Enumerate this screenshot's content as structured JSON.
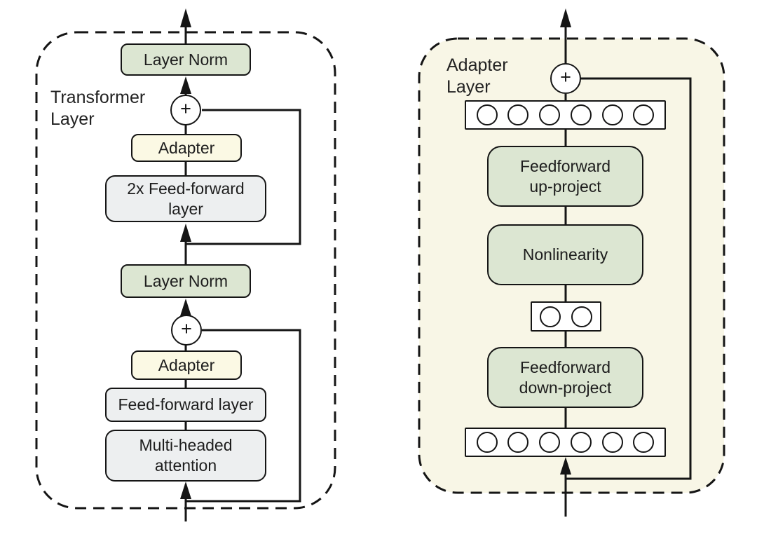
{
  "left_panel": {
    "label": [
      "Transformer",
      "Layer"
    ],
    "plus": "+",
    "layer_norm_top": "Layer Norm",
    "adapter_top": "Adapter",
    "ff_2x": [
      "2x Feed-forward",
      "layer"
    ],
    "layer_norm_mid": "Layer Norm",
    "adapter_bottom": "Adapter",
    "ff_layer": "Feed-forward layer",
    "attention": [
      "Multi-headed",
      "attention"
    ]
  },
  "right_panel": {
    "label": [
      "Adapter",
      "Layer"
    ],
    "plus": "+",
    "ff_up": [
      "Feedforward",
      "up-project"
    ],
    "nonlinearity": "Nonlinearity",
    "ff_down": [
      "Feedforward",
      "down-project"
    ],
    "vector_top_dots": 6,
    "bottleneck_dots": 2,
    "vector_bottom_dots": 6
  },
  "colors": {
    "green_box": "#dce6d2",
    "cream_box": "#fbf9e4",
    "gray_box": "#edeff0",
    "panel_bg": "#f8f6e6",
    "line": "#151515"
  }
}
